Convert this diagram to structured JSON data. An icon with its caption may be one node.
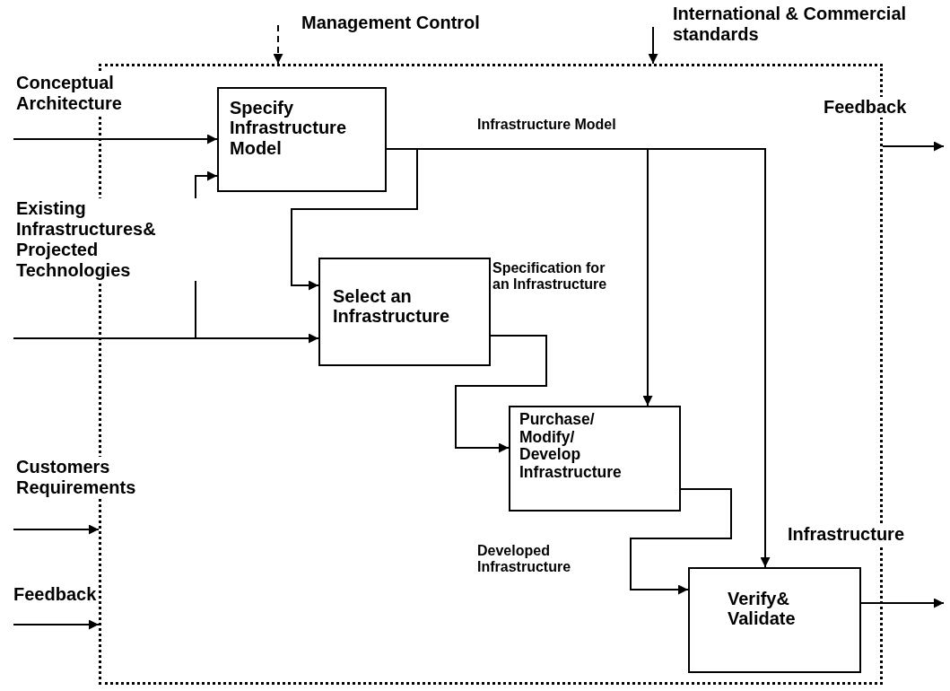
{
  "diagram": {
    "nodes": [
      {
        "text": [],
        "shape": "box"
      },
      {
        "text": [
          "Specify Infrastructure Model"
        ],
        "in": 0
      },
      {
        "text": [
          "Select an Infrastructure"
        ],
        "in": 0
      },
      {
        "text": [
          "Purchase/ Modify/ Develop Infrastructure"
        ],
        "in": 0
      },
      {
        "text": [
          "Verify& Validate"
        ],
        "in": 0
      }
    ],
    "edges": [
      {
        "from": null,
        "to": 1,
        "arrow": "to",
        "label": "Conceptual Architecture"
      },
      {
        "from": null,
        "to": 2,
        "arrow": "to",
        "label": "Existing Infrastructures& Projected Technologies"
      },
      {
        "from": null,
        "to": 1,
        "arrow": "to"
      },
      {
        "from": null,
        "to": 0,
        "arrow": "to",
        "label": "Customers Requirements"
      },
      {
        "from": null,
        "to": 0,
        "arrow": "to",
        "label": "Feedback"
      },
      {
        "from": null,
        "to": 0,
        "arrow": "to",
        "label": "Management Control",
        "style": "dashed"
      },
      {
        "from": null,
        "to": 0,
        "arrow": "to",
        "label": "International & Commercial standards"
      },
      {
        "from": 0,
        "to": null,
        "arrow": "to",
        "label": "Feedback"
      },
      {
        "from": 1,
        "to": 2,
        "arrow": "to"
      },
      {
        "from": 1,
        "to": 3,
        "arrow": "to",
        "label": "Infrastructure Model"
      },
      {
        "from": 1,
        "to": 4,
        "arrow": "to"
      },
      {
        "from": 2,
        "to": 3,
        "arrow": "to",
        "label": "Specification for an Infrastructure"
      },
      {
        "from": 3,
        "to": 4,
        "arrow": "to",
        "label": "Developed Infrastructure"
      },
      {
        "from": 4,
        "to": null,
        "arrow": "to",
        "label": "Infrastructure"
      }
    ]
  }
}
